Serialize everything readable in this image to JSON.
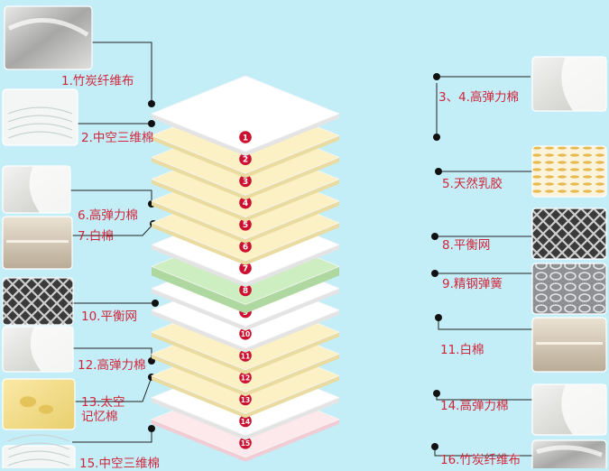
{
  "colors": {
    "background": "#c4eef7",
    "label": "#d0253a",
    "badge": "#cc1030",
    "line": "#222222"
  },
  "layers": [
    {
      "num": "1",
      "color": "white"
    },
    {
      "num": "2",
      "color": "cream"
    },
    {
      "num": "3",
      "color": "cream"
    },
    {
      "num": "4",
      "color": "cream"
    },
    {
      "num": "5",
      "color": "cream"
    },
    {
      "num": "6",
      "color": "cream"
    },
    {
      "num": "7",
      "color": "white"
    },
    {
      "num": "8",
      "color": "green"
    },
    {
      "num": "9",
      "color": "white"
    },
    {
      "num": "10",
      "color": "white"
    },
    {
      "num": "11",
      "color": "cream"
    },
    {
      "num": "12",
      "color": "cream"
    },
    {
      "num": "13",
      "color": "cream"
    },
    {
      "num": "14",
      "color": "white"
    },
    {
      "num": "15",
      "color": "pink"
    }
  ],
  "labels": {
    "l1": "1.竹炭纤维布",
    "l2": "2.中空三维棉",
    "r34": "3、4.高弹力棉",
    "r5": "5.天然乳胶",
    "l6": "6.高弹力棉",
    "l7": "7.白棉",
    "r8": "8.平衡网",
    "r9": "9.精钢弹簧",
    "l10": "10.平衡网",
    "r11": "11.白棉",
    "l12": "12.高弹力棉",
    "l13": "13.太空\n记忆棉",
    "r14": "14.高弹力棉",
    "l15": "15.中空三维棉",
    "r16": "16.竹炭纤维布"
  },
  "thumbnails": [
    {
      "name": "fabric-thumbnail",
      "kind": "fabric"
    },
    {
      "name": "hollow-cotton-thumbnail",
      "kind": "roll"
    },
    {
      "name": "elastic-cotton-thumbnail-6",
      "kind": "foam"
    },
    {
      "name": "white-cotton-thumbnail-7",
      "kind": "cotton"
    },
    {
      "name": "balance-net-thumbnail-10",
      "kind": "net"
    },
    {
      "name": "elastic-cotton-thumbnail-12",
      "kind": "foam"
    },
    {
      "name": "memory-foam-thumbnail",
      "kind": "memory"
    },
    {
      "name": "hollow-cotton-thumbnail-15",
      "kind": "roll"
    },
    {
      "name": "elastic-cotton-thumbnail-34",
      "kind": "foam"
    },
    {
      "name": "latex-thumbnail",
      "kind": "latex"
    },
    {
      "name": "balance-net-thumbnail-8",
      "kind": "net"
    },
    {
      "name": "spring-thumbnail",
      "kind": "spring"
    },
    {
      "name": "white-cotton-thumbnail-11",
      "kind": "cotton"
    },
    {
      "name": "elastic-cotton-thumbnail-14",
      "kind": "foam"
    },
    {
      "name": "fabric-thumbnail-16",
      "kind": "fabric"
    }
  ]
}
